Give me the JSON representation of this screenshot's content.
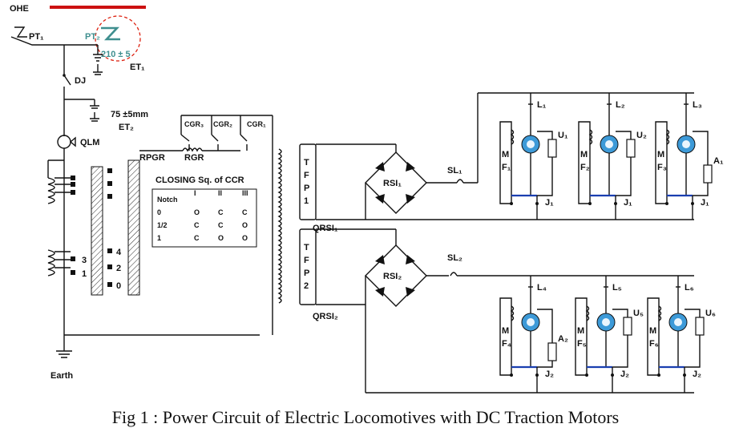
{
  "caption": "Fig 1 : Power Circuit of Electric Locomotives with DC Traction Motors",
  "labels": {
    "ohe": "OHE",
    "pt1": "PT₁",
    "pt2": "PT₂",
    "gap": "210 ± 5",
    "et1": "ET₁",
    "dj": "DJ",
    "gap2": "75 ±5mm",
    "et2": "ET₂",
    "qlm": "QLM",
    "cgr3": "CGR₃",
    "cgr2": "CGR₂",
    "cgr1": "CGR₁",
    "rpgr": "RPGR",
    "rgr": "RGR",
    "earth": "Earth",
    "tap3": "3",
    "tap1": "1",
    "tap4": "4",
    "tap2": "2",
    "tap0": "0",
    "qrsi1": "QRSI₁",
    "qrsi2": "QRSI₂",
    "rsi1": "RSI₁",
    "rsi2": "RSI₂",
    "sl1": "SL₁",
    "sl2": "SL₂",
    "tfp1": [
      "T",
      "F",
      "P",
      "1"
    ],
    "tfp2": [
      "T",
      "F",
      "P",
      "2"
    ]
  },
  "closing_table": {
    "title": "CLOSING Sq. of CCR",
    "headers": [
      "Notch",
      "I",
      "II",
      "III"
    ],
    "rows": [
      [
        "0",
        "O",
        "C",
        "C"
      ],
      [
        "1/2",
        "C",
        "C",
        "O"
      ],
      [
        "1",
        "C",
        "O",
        "O"
      ]
    ]
  },
  "motors": [
    {
      "m": "M",
      "f": "F₁",
      "l": "L₁",
      "u": "U₁",
      "j": "J₁",
      "a": ""
    },
    {
      "m": "M",
      "f": "F₂",
      "l": "L₂",
      "u": "U₂",
      "j": "J₁",
      "a": ""
    },
    {
      "m": "M",
      "f": "F₃",
      "l": "L₃",
      "u": "",
      "j": "J₁",
      "a": "A₁"
    },
    {
      "m": "M",
      "f": "F₄",
      "l": "L₄",
      "u": "",
      "j": "J₂",
      "a": "A₂"
    },
    {
      "m": "M",
      "f": "F₅",
      "l": "L₅",
      "u": "U₅",
      "j": "J₂",
      "a": ""
    },
    {
      "m": "M",
      "f": "F₆",
      "l": "L₆",
      "u": "U₆",
      "j": "J₂",
      "a": ""
    }
  ],
  "colors": {
    "ohe_line": "#cc1111",
    "pt_marker": "#3f8f8f",
    "motor_fill": "#3d9ad8",
    "jumper": "#1a3fb0"
  }
}
